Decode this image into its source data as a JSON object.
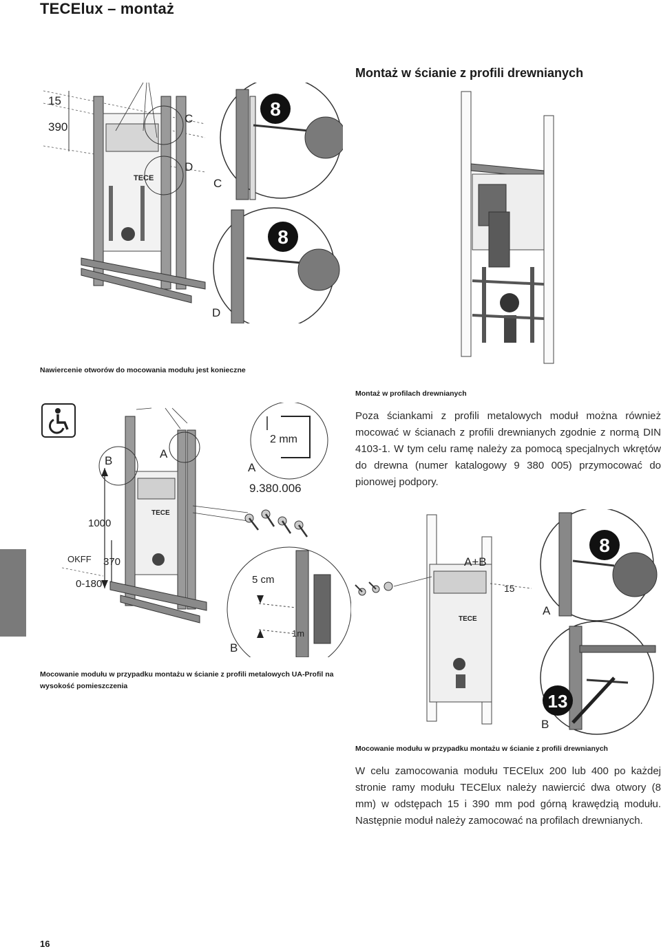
{
  "header": {
    "title": "TECElux – montaż"
  },
  "section": {
    "heading": "Montaż w ścianie z profili drewnianych"
  },
  "captions": {
    "drill_caption": "Nawiercenie otworów do mocowania modułu jest konieczne",
    "wood_caption": "Montaż w profilach drewnianych",
    "metal_caption": "Mocowanie modułu w przypadku montażu w ścianie z profili metalowych UA-Profil na wysokość pomieszczenia",
    "wood_fixing_caption": "Mocowanie modułu w przypadku montażu w ścianie z profili drewnianych"
  },
  "paragraphs": {
    "p1": "Poza ściankami z profili metalowych moduł można również mocować w ścianach z profili drewnianych zgodnie z normą DIN 4103-1. W tym celu ramę należy za pomocą specjalnych wkrętów do drewna (numer katalogowy 9 380 005) przymocować do pionowej podpory.",
    "p2": "W celu zamocowania modułu TECElux 200 lub 400 po każdej stronie ramy modułu TECElux należy nawiercić dwa otwory (8 mm) w odstępach 15 i 390 mm pod górną krawędzią modułu. Następnie moduł należy zamocować na profilach drewnianych."
  },
  "figure1": {
    "dim_top": "15",
    "dim_main": "390",
    "label_c": "C",
    "label_d": "D",
    "label_c2": "C",
    "label_d2": "D",
    "brand": "TECE",
    "drill_size_1": "8",
    "drill_size_2": "8"
  },
  "figure2": {
    "label_b": "B",
    "label_a": "A",
    "label_a2": "A",
    "gap": "2 mm",
    "article": "9.380.006",
    "dim_1000": "1000",
    "dim_370": "370",
    "okff": "OKFF",
    "range": "0-180",
    "dim_5cm": "5 cm",
    "dim_1m": "1m",
    "label_b2": "B",
    "brand": "TECE"
  },
  "figure3": {
    "label_ab": "A+B",
    "dim_15": "15",
    "label_a": "A",
    "label_b": "B",
    "drill_size": "8",
    "wrench_size": "13",
    "brand": "TECE"
  },
  "footer": {
    "page_number": "16"
  },
  "colors": {
    "side_tab": "#7a7a7a",
    "frame": "#555555",
    "line": "#222222"
  }
}
